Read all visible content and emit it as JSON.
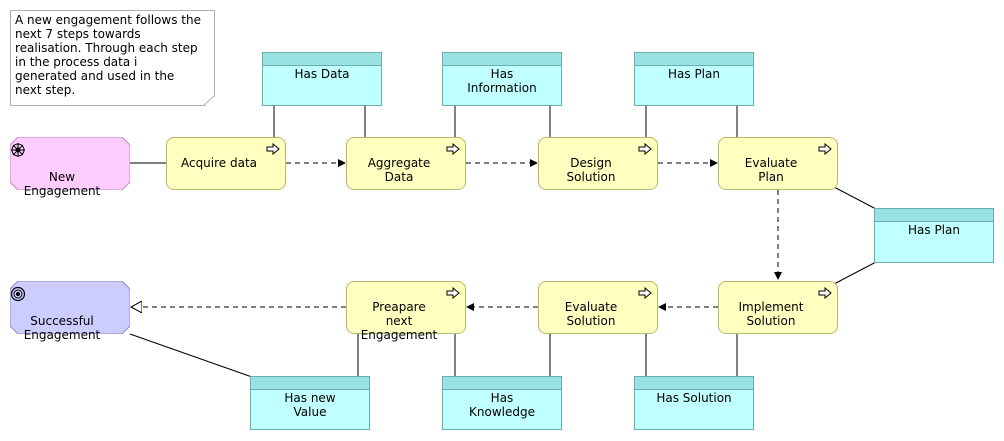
{
  "note": {
    "text": "A new engagement follows the\nnext 7 steps towards\nrealisation. Through each step\nin the process data i\ngenerated and used in the\nnext step."
  },
  "events": {
    "start": {
      "label": "New\nEngagement",
      "color": "#ffccff",
      "icon": "start-event-icon"
    },
    "end": {
      "label": "Successful\nEngagement",
      "color": "#ccccff",
      "icon": "end-event-icon"
    }
  },
  "processes": {
    "acquire": "Acquire data",
    "aggregate": "Aggregate\nData",
    "design": "Design\nSolution",
    "evaluate_plan": "Evaluate\nPlan",
    "implement": "Implement\nSolution",
    "evaluate_solution": "Evaluate\nSolution",
    "prepare": "Preapare\nnext\nEngagement"
  },
  "objects": {
    "has_data": "Has Data",
    "has_information": "Has\nInformation",
    "has_plan_top": "Has Plan",
    "has_plan_right": "Has Plan",
    "has_new_value": "Has new\nValue",
    "has_knowledge": "Has\nKnowledge",
    "has_solution": "Has Solution"
  },
  "colors": {
    "process": "#ffffc0",
    "object": "#c0ffff",
    "object_header": "#99e2e2"
  }
}
